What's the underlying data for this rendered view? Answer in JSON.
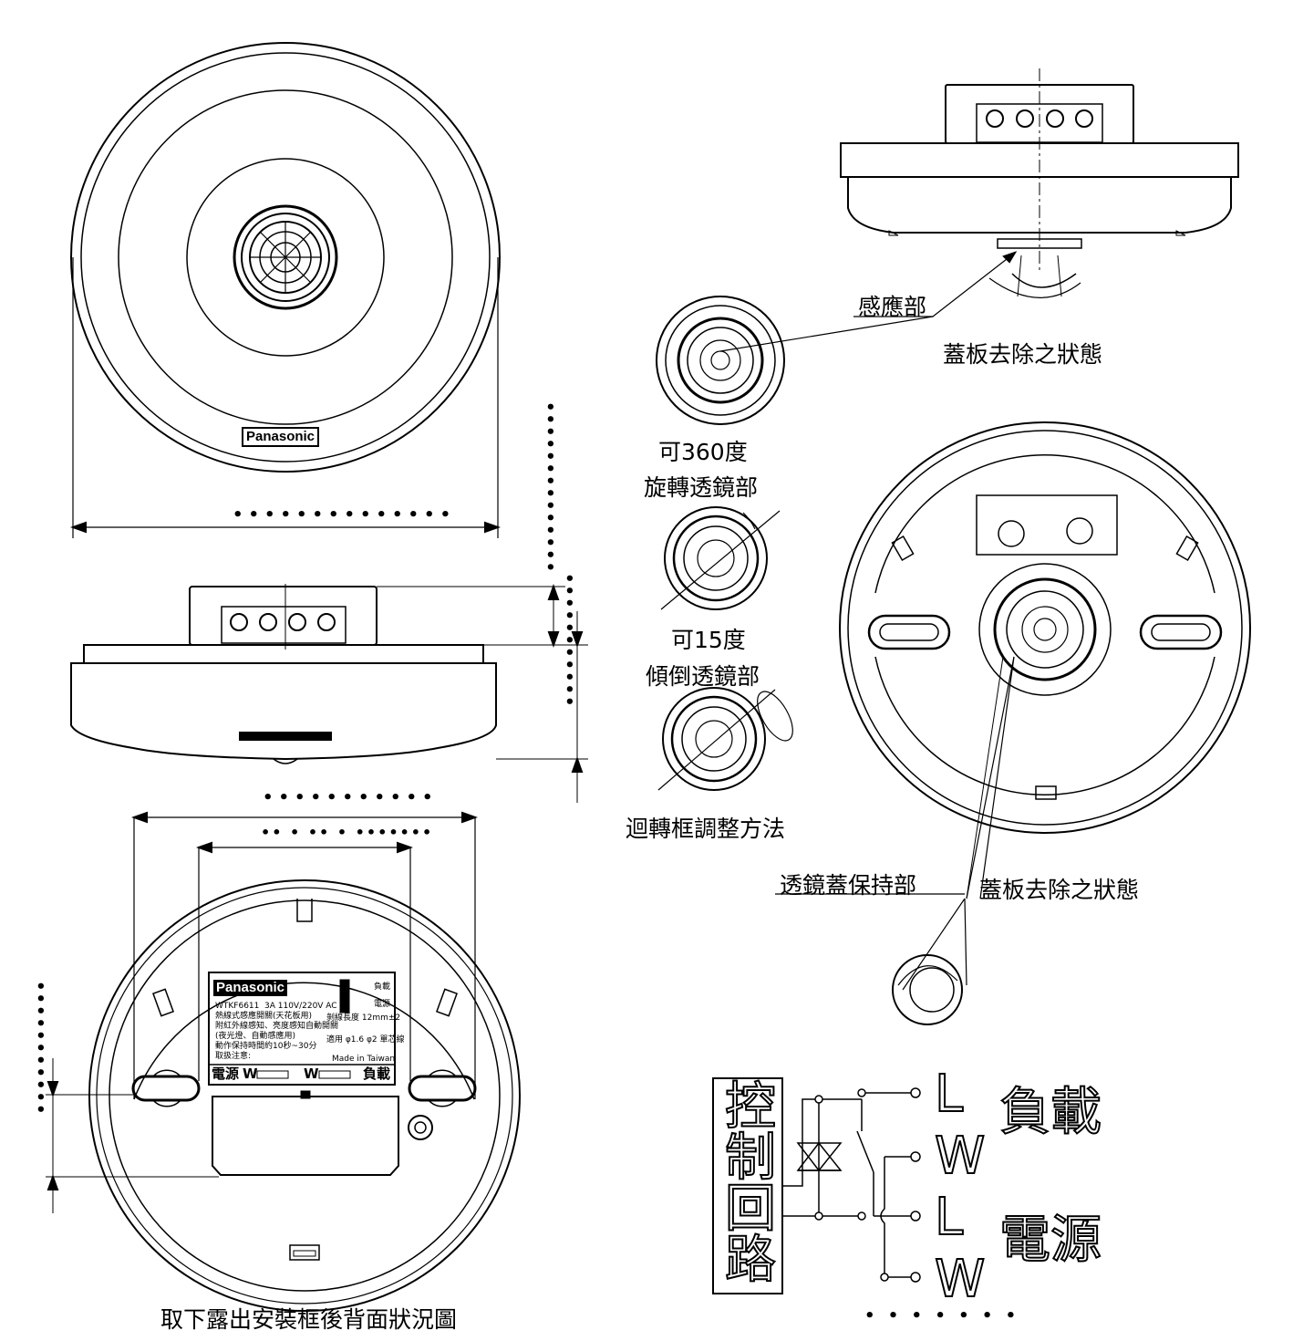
{
  "brand": {
    "top_logo": "Panasonic",
    "plate_logo": "Panasonic"
  },
  "labels": {
    "sensor_part": "感應部",
    "cover_removed_top": "蓋板去除之狀態",
    "rotate_360_line1": "可360度",
    "rotate_360_line2": "旋轉透鏡部",
    "tilt_15_line1": "可15度",
    "tilt_15_line2": "傾倒透鏡部",
    "frame_adjust": "迴轉框調整方法",
    "lens_cover_holder": "透鏡蓋保持部",
    "cover_removed_bottom": "蓋板去除之狀態",
    "back_view_caption": "取下露出安裝框後背面狀況圖"
  },
  "nameplate": {
    "model": "WTKF6611",
    "rating": "3A 110V/220V AC",
    "line1": "熱線式感應開關(天花板用)",
    "line2": "附紅外線感知、亮度感知自動開關",
    "line3": "(夜光燈、自動感應用)",
    "line4": "動作保持時間約10秒~30分",
    "line5": "取扱注意:",
    "wire_spec": "剝線長度 12mm±2",
    "wire_spec2": "適用 φ1.6 φ2 單芯線",
    "made_in": "Made in Taiwan",
    "terminal_power": "電源",
    "terminal_w1": "W",
    "terminal_w2": "W",
    "terminal_load": "負載",
    "side_load": "負載",
    "side_power": "電源"
  },
  "circuit": {
    "control_circuit": [
      "控",
      "制",
      "回",
      "路"
    ],
    "terminals": [
      "L",
      "W",
      "L",
      "W"
    ],
    "load": "負載",
    "power": "電源"
  },
  "dims": {
    "top_width": "••••••••••••••",
    "side_height_outer": "••••••••••••••",
    "side_height_inner": "•••••••••••",
    "side_width": "•••••••••••",
    "back_width_outer": "•• • •• • •••••••",
    "back_hole_pitch": "•••••••••••",
    "back_depth": "•••••••••••",
    "circuit_note": "• • • • • • •"
  }
}
